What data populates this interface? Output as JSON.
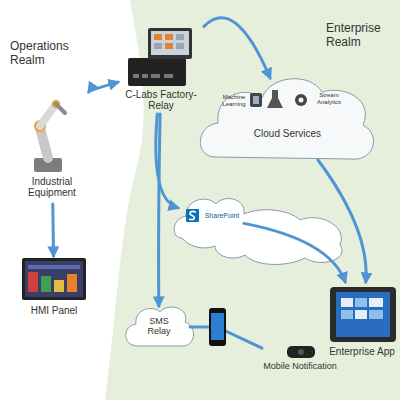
{
  "diagram": {
    "nodes": [
      {
        "text": [
          "Industrial Equipment"
        ]
      },
      {
        "text": [
          "C-Labs Factory-Relay"
        ]
      },
      {
        "text": [
          "HMI Panel"
        ]
      },
      {
        "text": [
          "Machine Learning",
          "Stream Analytics",
          "Cloud Services"
        ]
      },
      {
        "text": [
          "SharePoint"
        ]
      },
      {
        "text": [
          "Enterprise App"
        ]
      },
      {
        "text": [
          "SMS Relay"
        ]
      },
      {
        "text": [
          "Mobile Notification"
        ]
      }
    ],
    "edges": [
      {
        "from": 0,
        "to": 1,
        "arrow": "both"
      },
      {
        "from": 0,
        "to": 2,
        "arrow": "to"
      },
      {
        "from": 1,
        "to": 3,
        "arrow": "to"
      },
      {
        "from": 1,
        "to": 4,
        "arrow": "to"
      },
      {
        "from": 1,
        "to": 6,
        "arrow": "to"
      },
      {
        "from": 3,
        "to": 5,
        "arrow": "to"
      },
      {
        "from": 4,
        "to": 5,
        "arrow": "to"
      },
      {
        "from": 6,
        "to": 7,
        "arrow": "none"
      }
    ],
    "labels": [
      "Operations Realm",
      "Enterprise Realm"
    ]
  }
}
